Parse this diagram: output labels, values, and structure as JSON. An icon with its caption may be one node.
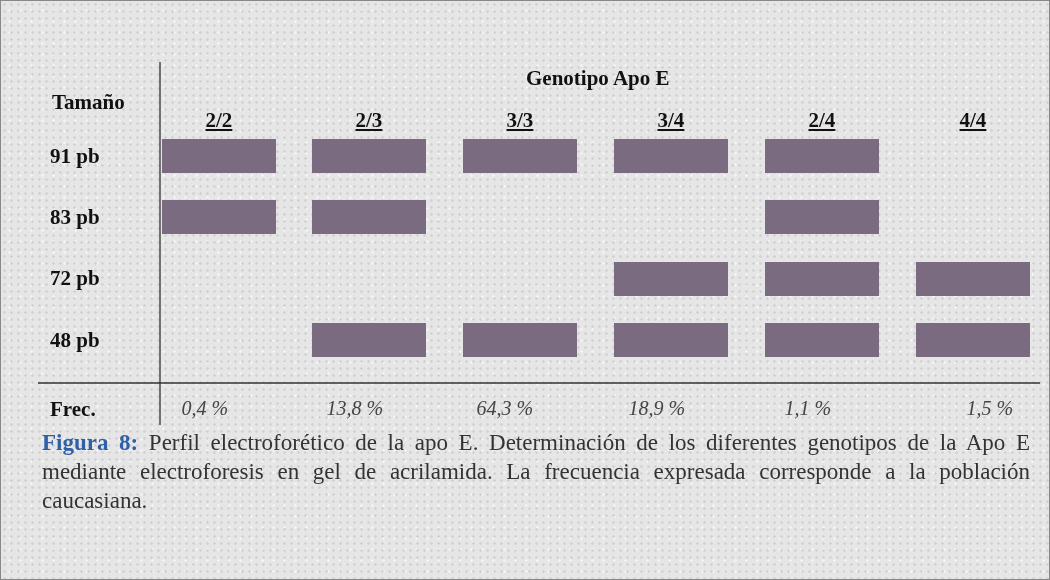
{
  "diagram": {
    "caption": "**Figura 8:** Perfil electroforético de la apo E. Determinación de los diferentes genotipos de la Apo E mediante electroforesis en gel de acrilamida. La frecuencia expresada corresponde a la población caucasiana.",
    "nodes": [
      {
        "text": [],
        "shape": "bar"
      },
      {
        "text": [],
        "shape": "bar"
      },
      {
        "text": [],
        "shape": "bar"
      },
      {
        "text": [],
        "shape": "bar"
      },
      {
        "text": [],
        "shape": "bar"
      },
      {
        "text": [],
        "shape": "bar"
      },
      {
        "text": [],
        "shape": "bar"
      },
      {
        "text": [],
        "shape": "bar"
      },
      {
        "text": [],
        "shape": "bar"
      },
      {
        "text": [],
        "shape": "bar"
      },
      {
        "text": [],
        "shape": "bar"
      },
      {
        "text": [],
        "shape": "bar"
      },
      {
        "text": [],
        "shape": "bar"
      },
      {
        "text": [],
        "shape": "bar"
      },
      {
        "text": [],
        "shape": "bar"
      },
      {
        "text": [],
        "shape": "bar"
      }
    ],
    "labels": [
      "Genotipo Apo E",
      "Tamaño",
      "2/2",
      "2/3",
      "3/3",
      "3/4",
      "2/4",
      "4/4",
      "91 pb",
      "83 pb",
      "72 pb",
      "48 pb",
      "Frec.",
      "0,4 %",
      "13,8 %",
      "64,3 %",
      "18,9 %",
      "1,1 %",
      "1,5 %"
    ]
  }
}
